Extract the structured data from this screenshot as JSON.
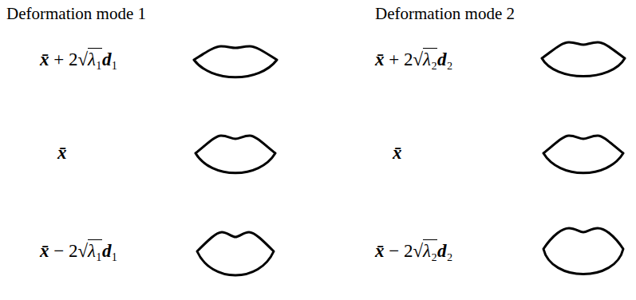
{
  "diagram": {
    "labels": [
      "Deformation mode 1",
      "Deformation mode 2",
      "x̄ + 2√λ₁d₁",
      "x̄",
      "x̄ − 2√λ₁d₁",
      "x̄ + 2√λ₂d₂",
      "x̄",
      "x̄ − 2√λ₂d₂"
    ]
  }
}
